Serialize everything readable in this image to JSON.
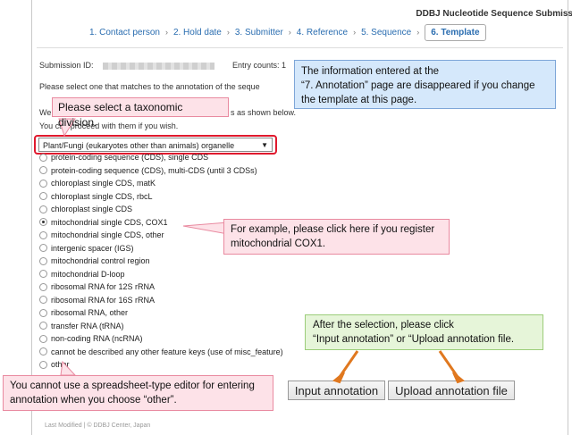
{
  "header": {
    "title": "DDBJ Nucleotide Sequence Submission",
    "steps": [
      "1. Contact person",
      "2. Hold date",
      "3. Submitter",
      "4. Reference",
      "5. Sequence",
      "6. Template"
    ],
    "separator": "›"
  },
  "meta": {
    "submission_id_label": "Submission ID:",
    "entry_counts_label": "Entry counts: 1"
  },
  "instructions": {
    "line1": "Please select one that matches to the annotation of the seque",
    "line2": "We",
    "line2_tail": "s as shown below.",
    "line3": "You can proceed with them if you wish."
  },
  "division_select": {
    "value": "Plant/Fungi (eukaryotes other than animals) organelle",
    "arrow": "▼"
  },
  "options": [
    {
      "label": "protein-coding sequence (CDS), single CDS",
      "selected": false
    },
    {
      "label": "protein-coding sequence (CDS), multi-CDS (until 3 CDSs)",
      "selected": false
    },
    {
      "label": "chloroplast single CDS, matK",
      "selected": false
    },
    {
      "label": "chloroplast single CDS, rbcL",
      "selected": false
    },
    {
      "label": "chloroplast single CDS",
      "selected": false
    },
    {
      "label": "mitochondrial single CDS, COX1",
      "selected": true
    },
    {
      "label": "mitochondrial single CDS, other",
      "selected": false
    },
    {
      "label": "intergenic spacer (IGS)",
      "selected": false
    },
    {
      "label": "mitochondrial control region",
      "selected": false
    },
    {
      "label": "mitochondrial D-loop",
      "selected": false
    },
    {
      "label": "ribosomal RNA for 12S rRNA",
      "selected": false
    },
    {
      "label": "ribosomal RNA for 16S rRNA",
      "selected": false
    },
    {
      "label": "ribosomal RNA, other",
      "selected": false
    },
    {
      "label": "transfer RNA (tRNA)",
      "selected": false
    },
    {
      "label": "non-coding RNA (ncRNA)",
      "selected": false
    },
    {
      "label": "cannot be described any other feature keys (use of misc_feature)",
      "selected": false
    },
    {
      "label": "other",
      "selected": false
    }
  ],
  "buttons": {
    "input_annotation": "Input annotation",
    "upload_annotation": "Upload annotation file"
  },
  "footer": "Last Modified | © DDBJ Center, Japan",
  "callouts": {
    "taxonomic": "Please select a taxonomic division.",
    "template_line1": "The information entered at the",
    "template_line2": "“7. Annotation” page are disappeared if you change",
    "template_line3": "the template at this page.",
    "cox1_line1": "For example, please click here if you register",
    "cox1_line2": "mitochondrial COX1.",
    "selection_line1": "After the selection, please click",
    "selection_line2": "“Input annotation” or “Upload annotation file.",
    "other_line1": "You cannot use a spreadsheet-type editor for entering",
    "other_line2": "annotation when you choose “other”."
  },
  "colors": {
    "highlight_red": "#e0192e",
    "link_blue": "#2a6db0",
    "callout_pink": "#fde2e8",
    "callout_blue": "#d5e8fb",
    "callout_green": "#e6f5d9",
    "arrow_orange": "#e0781f"
  }
}
